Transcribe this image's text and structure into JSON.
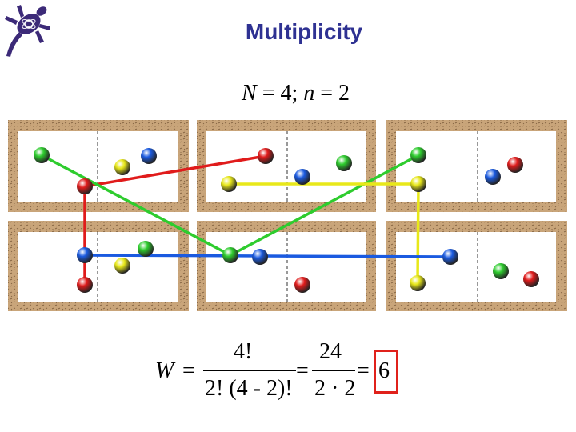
{
  "title": "Multiplicity",
  "top_equation": {
    "N_symbol": "N",
    "equals1": " = 4; ",
    "n_symbol": "n",
    "equals2": " = 2"
  },
  "bottom_equation": {
    "W_symbol": "W",
    "equals": "=",
    "numerator1": "4!",
    "denominator1": "2! (4 - 2)!",
    "numerator2": "24",
    "denominator2": "2 · 2",
    "result": "6"
  },
  "colors": {
    "title": "#2e3192",
    "red": "#e01b1b",
    "green": "#2ecc2e",
    "yellow": "#e8e81a",
    "blue": "#1a5ae0",
    "box_frame": "#c9a57a",
    "highlight_box": "#e0211b"
  },
  "boxes": [
    {
      "balls": [
        "green",
        "yellow",
        "blue",
        "red"
      ]
    },
    {
      "balls": [
        "red",
        "yellow",
        "green",
        "blue"
      ]
    },
    {
      "balls": [
        "green",
        "yellow",
        "blue",
        "red"
      ]
    },
    {
      "balls": [
        "blue",
        "yellow",
        "green",
        "red"
      ]
    },
    {
      "balls": [
        "green",
        "blue",
        "red"
      ]
    },
    {
      "balls": [
        "blue",
        "yellow",
        "green",
        "red"
      ]
    }
  ]
}
